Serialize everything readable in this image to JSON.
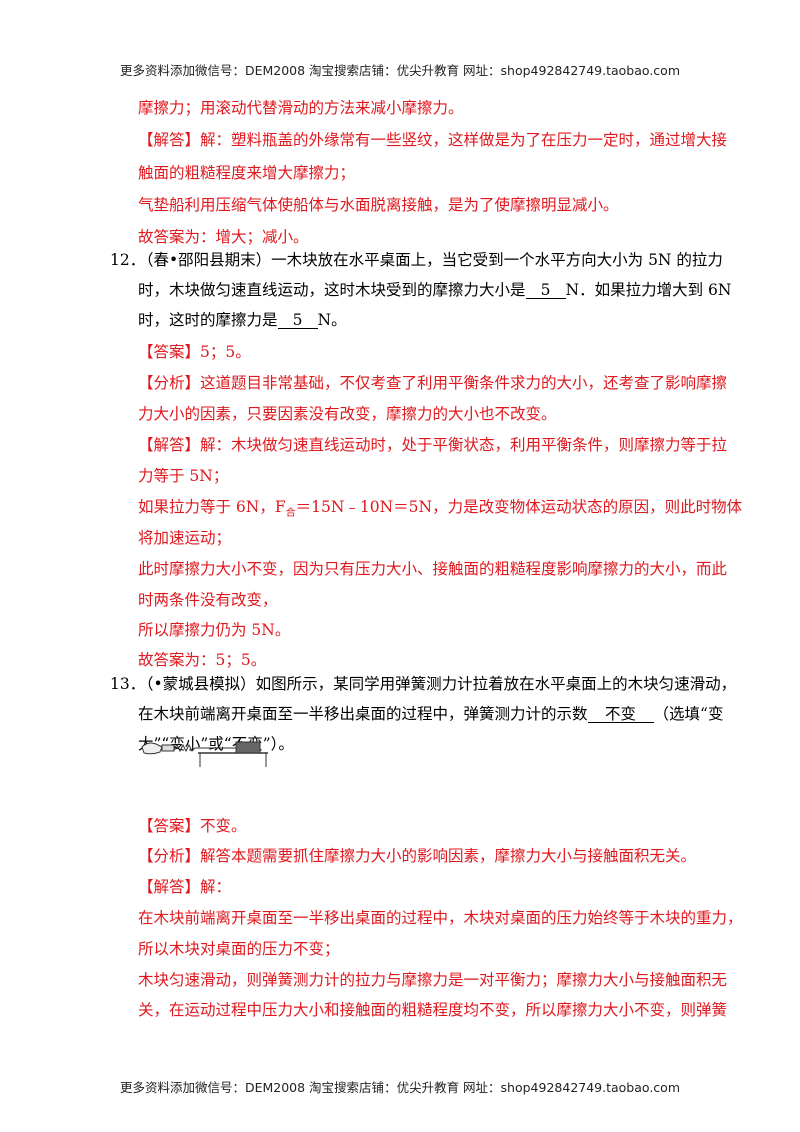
{
  "header_text": "更多资料添加微信号：DEM2008   淘宝搜索店铺：优尖升教育  网址：shop492842749.taobao.com",
  "footer_text": "更多资料添加微信号：DEM2008   淘宝搜索店铺：优尖升教育  网址：shop492842749.taobao.com",
  "q11": {
    "line1": "摩擦力；用滚动代替滑动的方法来减小摩擦力。",
    "jieda_tag": "【解答】",
    "jieda1": "解：塑料瓶盖的外缘常有一些竖纹，这样做是为了在压力一定时，通过增大接",
    "jieda2": "触面的粗糙程度来增大摩擦力；",
    "jieda3": "气垫船利用压缩气体使船体与水面脱离接触，是为了使摩擦明显减小。",
    "final": "故答案为：增大；减小。"
  },
  "q12": {
    "number": "12．",
    "l1": "（春•邵阳县期末）一木块放在水平桌面上，当它受到一个水平方向大小为 5N 的拉力",
    "l2_pre": "时，木块做匀速直线运动，这时木块受到的摩擦力大小是",
    "blank1": "5",
    "l2_post": "N．如果拉力增大到 6N",
    "l3_pre": "时，这时的摩擦力是",
    "blank2": "5",
    "l3_post": "N。",
    "daan_tag": "【答案】",
    "daan": "5；5。",
    "fenxi_tag": "【分析】",
    "fenxi1": "这道题目非常基础，不仅考查了利用平衡条件求力的大小，还考查了影响摩擦",
    "fenxi2": "力大小的因素，只要因素没有改变，摩擦力的大小也不改变。",
    "jieda_tag": "【解答】",
    "jieda1": "解：木块做匀速直线运动时，处于平衡状态，利用平衡条件，则摩擦力等于拉",
    "jieda2": "力等于 5N；",
    "jieda3_pre": "如果拉力等于 6N，F",
    "jieda3_sub": "合",
    "jieda3_post": "＝15N﹣10N＝5N，力是改变物体运动状态的原因，则此时物体",
    "jieda4": "将加速运动；",
    "jieda5": "此时摩擦力大小不变，因为只有压力大小、接触面的粗糙程度影响摩擦力的大小，而此",
    "jieda6": "时两条件没有改变，",
    "jieda7": "所以摩擦力仍为 5N。",
    "final": "故答案为：5；5。"
  },
  "q13": {
    "number": "13．",
    "l1": "（•蒙城县模拟）如图所示，某同学用弹簧测力计拉着放在水平桌面上的木块匀速滑动，",
    "l2_pre": "在木块前端离开桌面至一半移出桌面的过程中，弹簧测力计的示数",
    "blank": "不变",
    "l2_post": "（选填“变",
    "l3": "大”“变小”或“不变”）。",
    "daan_tag": "【答案】",
    "daan": "不变。",
    "fenxi_tag": "【分析】",
    "fenxi": "解答本题需要抓住摩擦力大小的影响因素，摩擦力大小与接触面积无关。",
    "jieda_tag": "【解答】",
    "jieda0": "解：",
    "jieda1": "在木块前端离开桌面至一半移出桌面的过程中，木块对桌面的压力始终等于木块的重力，",
    "jieda2": "所以木块对桌面的压力不变；",
    "jieda3": "木块匀速滑动，则弹簧测力计的拉力与摩擦力是一对平衡力；摩擦力大小与接触面积无",
    "jieda4": "关，在运动过程中压力大小和接触面的粗糙程度均不变，所以摩擦力大小不变，则弹簧"
  }
}
